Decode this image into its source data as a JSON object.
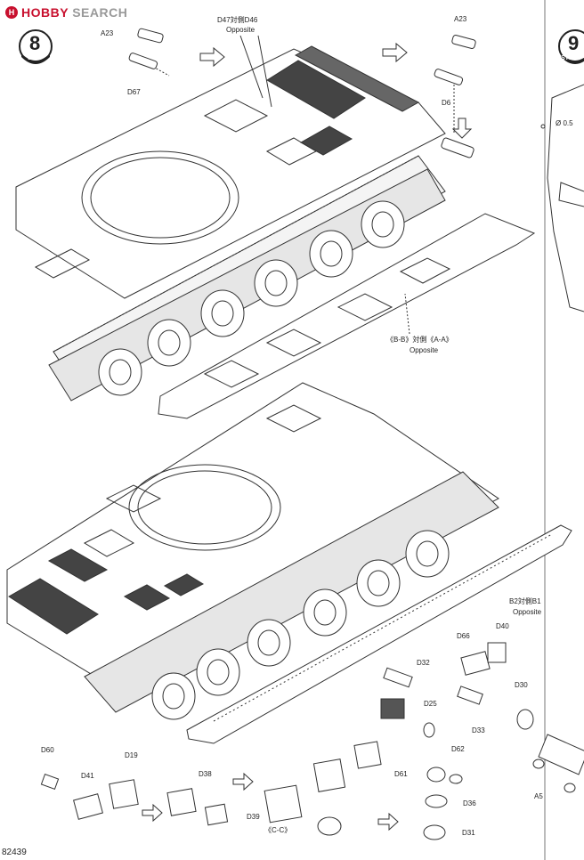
{
  "brand": {
    "logo_mark": "H",
    "name_accent": "HOBBY",
    "name_rest": " SEARCH"
  },
  "steps": [
    {
      "label": "STEP",
      "number": "8"
    },
    {
      "label": "STEP",
      "number": "9"
    }
  ],
  "part_labels": {
    "a23_left": "A23",
    "d67": "D67",
    "d47_d46": "D47対側D46",
    "opposite_top": "Opposite",
    "a23_right": "A23",
    "d6": "D6",
    "o05": "Ø 0.5",
    "bb_aa": "《B-B》対側《A-A》",
    "opposite_mid": "Opposite",
    "b2_b1": "B2対側B1",
    "opposite_low": "Opposite",
    "d66": "D66",
    "d40": "D40",
    "d32": "D32",
    "d25": "D25",
    "d33": "D33",
    "d30": "D30",
    "d62": "D62",
    "d61": "D61",
    "d36": "D36",
    "d31": "D31",
    "a5": "A5",
    "d60": "D60",
    "d19": "D19",
    "d41": "D41",
    "d38": "D38",
    "d39": "D39",
    "cc": "《C-C》"
  },
  "catalog_number": "82439"
}
